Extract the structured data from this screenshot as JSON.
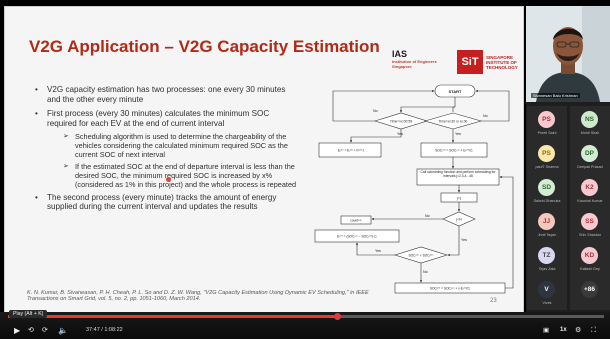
{
  "slide": {
    "title": "V2G Application – V2G Capacity Estimation",
    "bullets": [
      "V2G capacity estimation has two processes: one every 30 minutes and the other every minute",
      "First process (every 30 minutes) calculates the minimum SOC required for each EV at the end of current interval",
      "The second process (every minute) tracks the amount of energy supplied during the current interval and updates the results"
    ],
    "sub_bullets": [
      "Scheduling algorithm is used to determine the chargeability of the vehicles considering the calculated minimum required SOC as the current SOC of next interval",
      "If the estimated SOC at the end of departure interval is less than the desired SOC, the minimum required SOC is increased by x% (considered as 1% in this project) and the whole process is repeated"
    ],
    "reference": "K. N. Kumar, B. Sivaneasan, P. H. Cheah, P. L. So and D. Z. W. Wang, \"V2G Capacity Estimation Using Dynamic EV Scheduling,\" in IEEE Transactions on Smart Grid, vol. 5, no. 2, pp. 1051-1060, March 2014.",
    "slide_number": "23",
    "logos": {
      "ias_text": "IAS",
      "ias_sub": "Institution of Engineers Singapore",
      "sit_mark": "SiT",
      "sit_lines": [
        "SINGAPORE",
        "INSTITUTE OF",
        "TECHNOLOGY"
      ]
    }
  },
  "flowchart": {
    "start": "START",
    "decision_left": "Time=xx:00:59",
    "decision_right": "Time=xx:30 or xx:00",
    "no": "No",
    "yes": "Yes",
    "box_left": "Eᵢᶜʰᵗ = Eᵢᶜʰᵗ + Pᵢᶜʰᵗ·t",
    "box_right": "SOCᵢᶜʰᵗ = SOCᵢᶜᵘʳ + Eᵢᶜʰᵗ/Cᵢ",
    "schedule_box": "Call scheduling function and perform scheduling for intervals j=2,3,4...48",
    "loop_box": "j=1",
    "decision_j": "j<N",
    "count_box": "count++",
    "box_update": "Eᵢᶜʰᵗ = (SOCᵢᶜᵘʳ − SOCᵢᶜʰᵗ)·Cᵢ",
    "decision_soc": "SOCᵢᶜʰᵗ < SOCᵢᵈᵉˢ",
    "box_bottom": "SOCᵢᶜʰᵗ = SOCᵢᶜᵘʳ + x·Eᵢᶜʰᵗ/Cᵢ"
  },
  "player": {
    "tooltip": "Play (Alt + K)",
    "current_time": "37:47",
    "duration": "1:08:22",
    "time_display": "37:47 / 1:08:22",
    "progress": 0.5527,
    "accent": "#e53935",
    "icons": [
      "play-icon",
      "rewind-icon",
      "fast-forward-icon",
      "volume-icon",
      "subtitles-icon",
      "speed-icon",
      "settings-icon",
      "fullscreen-icon"
    ],
    "speed_label": "1x"
  },
  "gallery": {
    "speaker_name": "Sivanesan Balu Krishnan",
    "participants": [
      {
        "initials": "PS",
        "name": "Preeti Saini",
        "color": "#f8c9d0",
        "text": "#a33"
      },
      {
        "initials": "NS",
        "name": "Mohit Shah",
        "color": "#cfe9cf",
        "text": "#2d6a2d"
      },
      {
        "initials": "PS",
        "name": "paulT Sharma",
        "color": "#fbe7a9",
        "text": "#8a6a12"
      },
      {
        "initials": "DP",
        "name": "Deepak Prasad",
        "color": "#d4ecd4",
        "text": "#2d6a2d"
      },
      {
        "initials": "SD",
        "name": "Sakshi Dhanuka",
        "color": "#d4ecd4",
        "text": "#2d6a2d"
      },
      {
        "initials": "K2",
        "name": "Kaushal Kumar",
        "color": "#f8c9d0",
        "text": "#a33"
      },
      {
        "initials": "JJ",
        "name": "Jnnit Tayan",
        "color": "#f4c7c1",
        "text": "#a33"
      },
      {
        "initials": "SS",
        "name": "Shiv Shankar",
        "color": "#f8c9d0",
        "text": "#a33"
      },
      {
        "initials": "TZ",
        "name": "Tejas Zala",
        "color": "#d8d7f0",
        "text": "#444"
      },
      {
        "initials": "KD",
        "name": "Kailash Dey",
        "color": "#f8c9d0",
        "text": "#a33"
      },
      {
        "initials": "V",
        "name": "Vivek",
        "color": "#2f3540",
        "text": "#fff"
      },
      {
        "initials": "+86",
        "name": "",
        "color": "#3a3a3a",
        "text": "#fff"
      }
    ]
  }
}
